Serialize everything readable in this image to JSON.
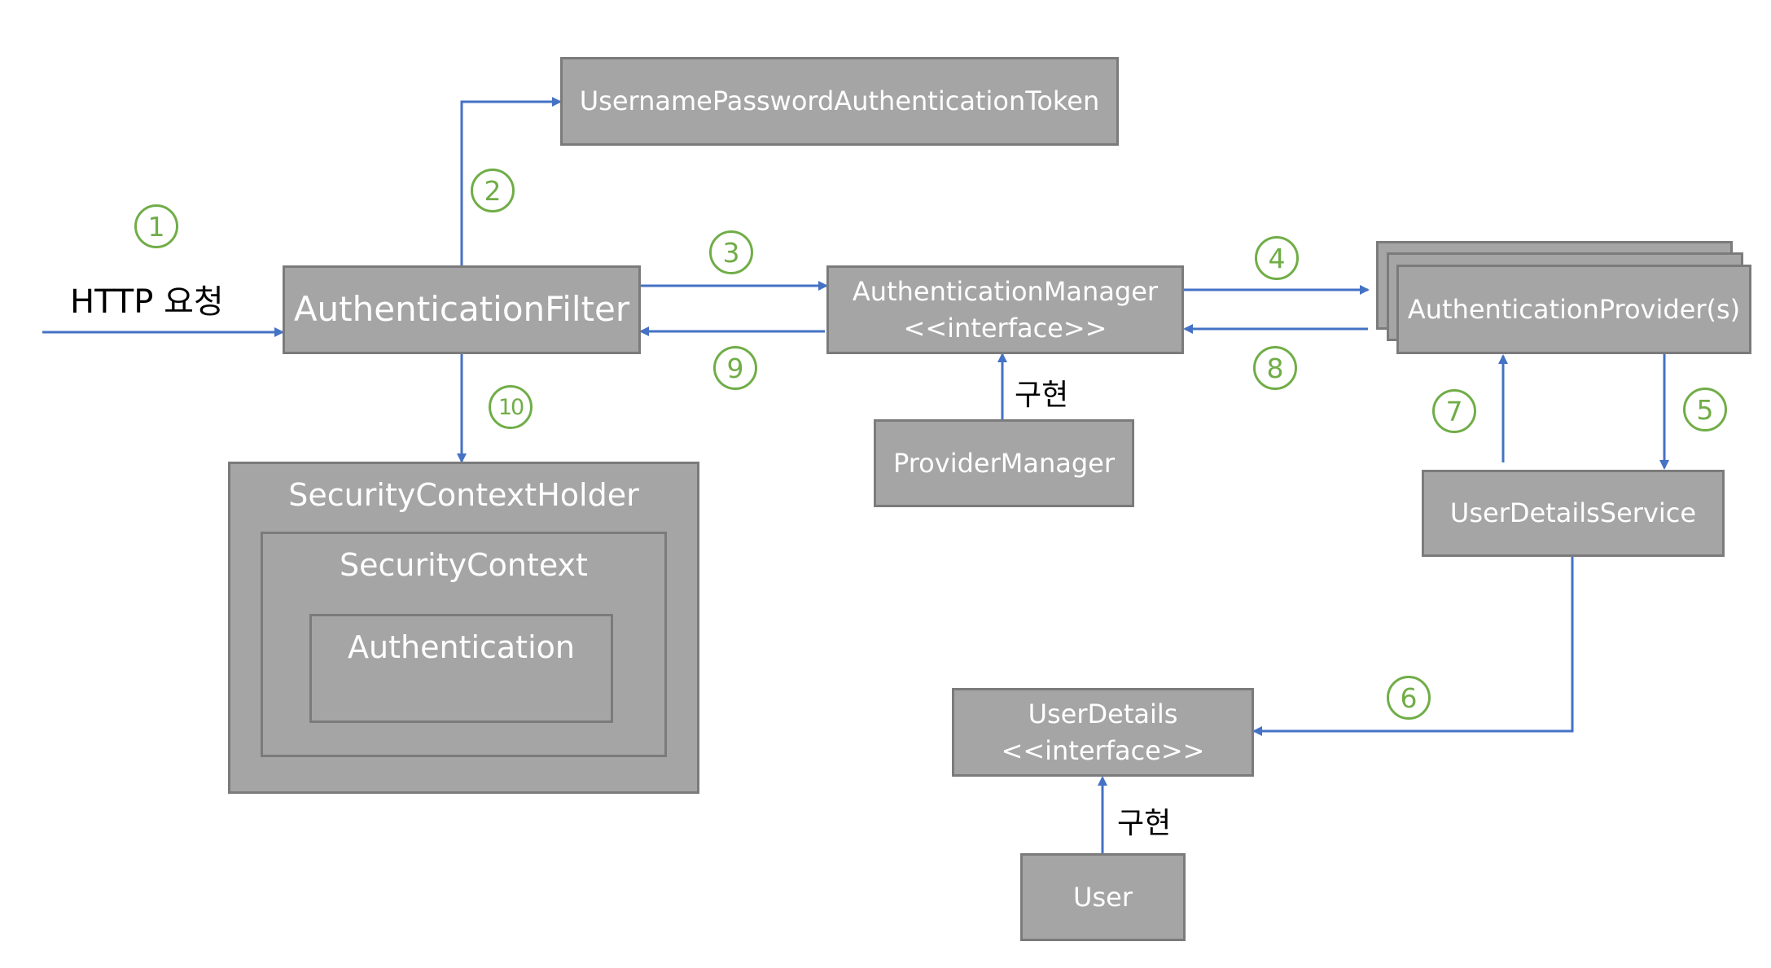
{
  "nodes": {
    "token": "UsernamePasswordAuthenticationToken",
    "filter": "AuthenticationFilter",
    "manager": [
      "AuthenticationManager",
      "<<interface>>"
    ],
    "provider": "AuthenticationProvider(s)",
    "provider_manager": "ProviderManager",
    "holder": "SecurityContextHolder",
    "context": "SecurityContext",
    "authentication": "Authentication",
    "uds": "UserDetailsService",
    "user_details": [
      "UserDetails",
      "<<interface>>"
    ],
    "user": "User"
  },
  "labels": {
    "http_request": "HTTP 요청",
    "implements_1": "구현",
    "implements_2": "구현"
  },
  "steps": [
    "1",
    "2",
    "3",
    "4",
    "5",
    "6",
    "7",
    "8",
    "9",
    "10"
  ],
  "colors": {
    "box_fill": "#a5a5a5",
    "box_border": "#7b7b7b",
    "arrow": "#4472c4",
    "step": "#70ad47"
  }
}
